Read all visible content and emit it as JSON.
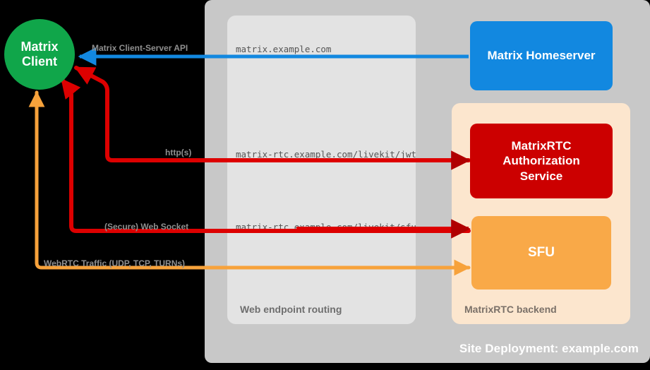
{
  "diagram": {
    "title": "Site Deployment: example.com",
    "background": "#000000"
  },
  "containers": {
    "site": {
      "caption": "Site Deployment: example.com",
      "color": "#c8c8c8"
    },
    "routing": {
      "caption": "Web endpoint routing",
      "color": "#e3e3e3"
    },
    "backend": {
      "caption": "MatrixRTC backend",
      "color": "#fce6ce"
    }
  },
  "nodes": {
    "client": {
      "line1": "Matrix",
      "line2": "Client",
      "color": "#10a64a"
    },
    "homeserver": {
      "label": "Matrix Homeserver",
      "color": "#1288e0"
    },
    "auth": {
      "line1": "MatrixRTC",
      "line2": "Authorization",
      "line3": "Service",
      "color": "#cc0000"
    },
    "sfu": {
      "label": "SFU",
      "color": "#f9a948"
    }
  },
  "endpoints": {
    "matrix": "matrix.example.com",
    "jwt": "matrix-rtc.example.com/livekit/jwt",
    "sfu": "matrix-rtc.example.com/livekit/sfu"
  },
  "flows": {
    "client_server_api": {
      "label": "Matrix Client-Server API",
      "color": "#1288e0"
    },
    "https": {
      "label": "http(s)",
      "color": "#dd0000"
    },
    "websocket": {
      "label": "(Secure) Web Socket",
      "color": "#dd0000"
    },
    "webrtc": {
      "label": "WebRTC Traffic (UDP, TCP, TURNs)",
      "color": "#f7a23b"
    }
  }
}
